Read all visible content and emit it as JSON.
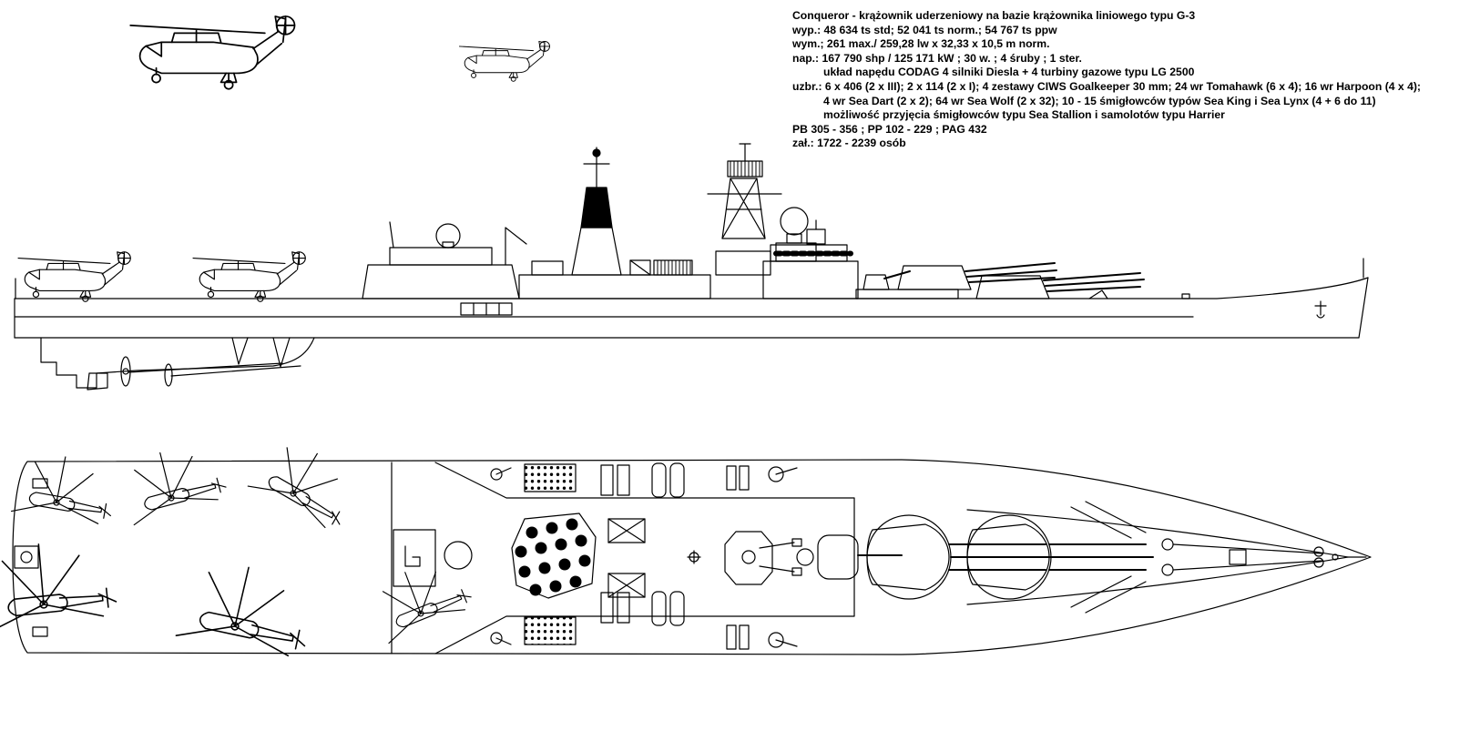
{
  "page": {
    "paper_color": "#ffffff",
    "ink_color": "#000000"
  },
  "spec": {
    "lines": [
      "Conqueror - krążownik uderzeniowy na bazie krążownika liniowego typu G-3",
      "wyp.: 48 634 ts std; 52 041 ts norm.; 54 767 ts ppw",
      "wym.; 261 max./ 259,28 lw x 32,33 x 10,5 m norm.",
      "nap.: 167 790 shp / 125 171 kW ; 30 w. ; 4 śruby ; 1 ster.",
      "układ napędu CODAG 4 silniki Diesla + 4 turbiny gazowe typu LG 2500",
      "uzbr.: 6 x 406 (2 x III); 2 x 114 (2 x I); 4 zestawy CIWS Goalkeeper 30 mm; 24 wr Tomahawk (6 x 4); 16 wr Harpoon (4 x 4);",
      "4 wr Sea Dart (2 x 2); 64 wr Sea Wolf (2 x 32); 10 - 15 śmigłowców typów Sea King i Sea Lynx (4 + 6 do 11)",
      "możliwość przyjęcia śmigłowców typu Sea Stallion i samolotów typu Harrier",
      "PB 305 - 356 ; PP 102 - 229 ; PAG 432",
      "zał.: 1722 - 2239 osób"
    ]
  }
}
